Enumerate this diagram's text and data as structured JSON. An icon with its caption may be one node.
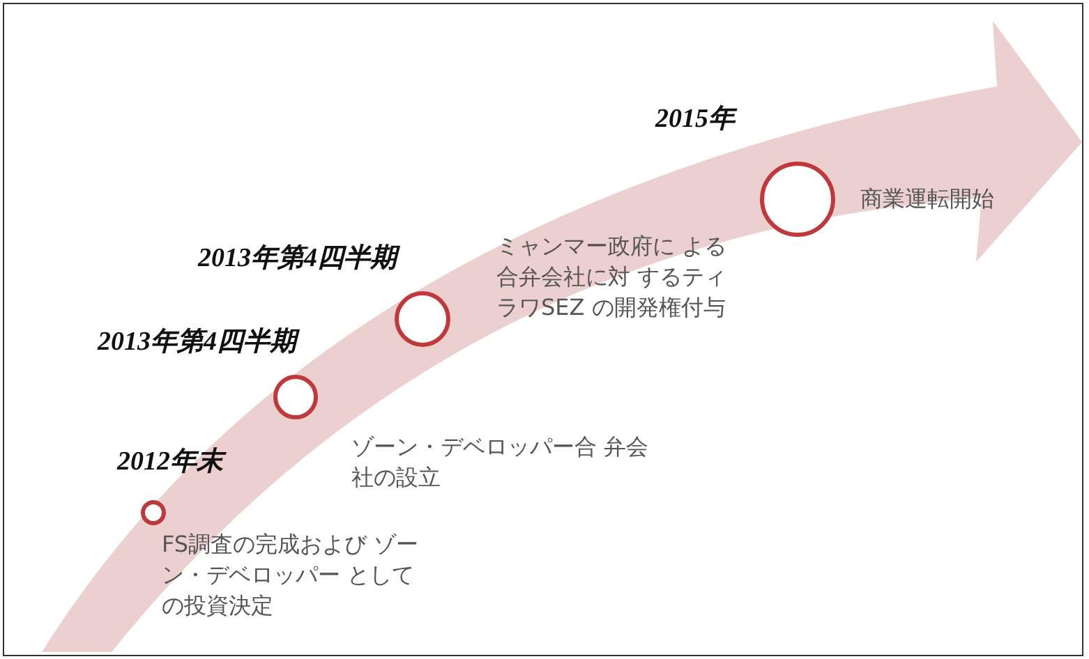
{
  "diagram": {
    "nodes": [
      {
        "text": [],
        "shape": "circle",
        "beside": [
          "2012年末",
          "FS調査の完成および ゾーン・デベロッパー としての投資決定"
        ]
      },
      {
        "text": [],
        "shape": "circle",
        "beside": [
          "2013年第4四半期",
          "ゾーン・デベロッパー合 弁会社の設立"
        ]
      },
      {
        "text": [],
        "shape": "circle",
        "beside": [
          "2013年第4四半期",
          "ミャンマー政府に よる合弁会社に対 するティラワSEZ の開発権付与"
        ]
      },
      {
        "text": [],
        "shape": "circle",
        "beside": [
          "2015年",
          "商業運転開始"
        ]
      }
    ]
  }
}
